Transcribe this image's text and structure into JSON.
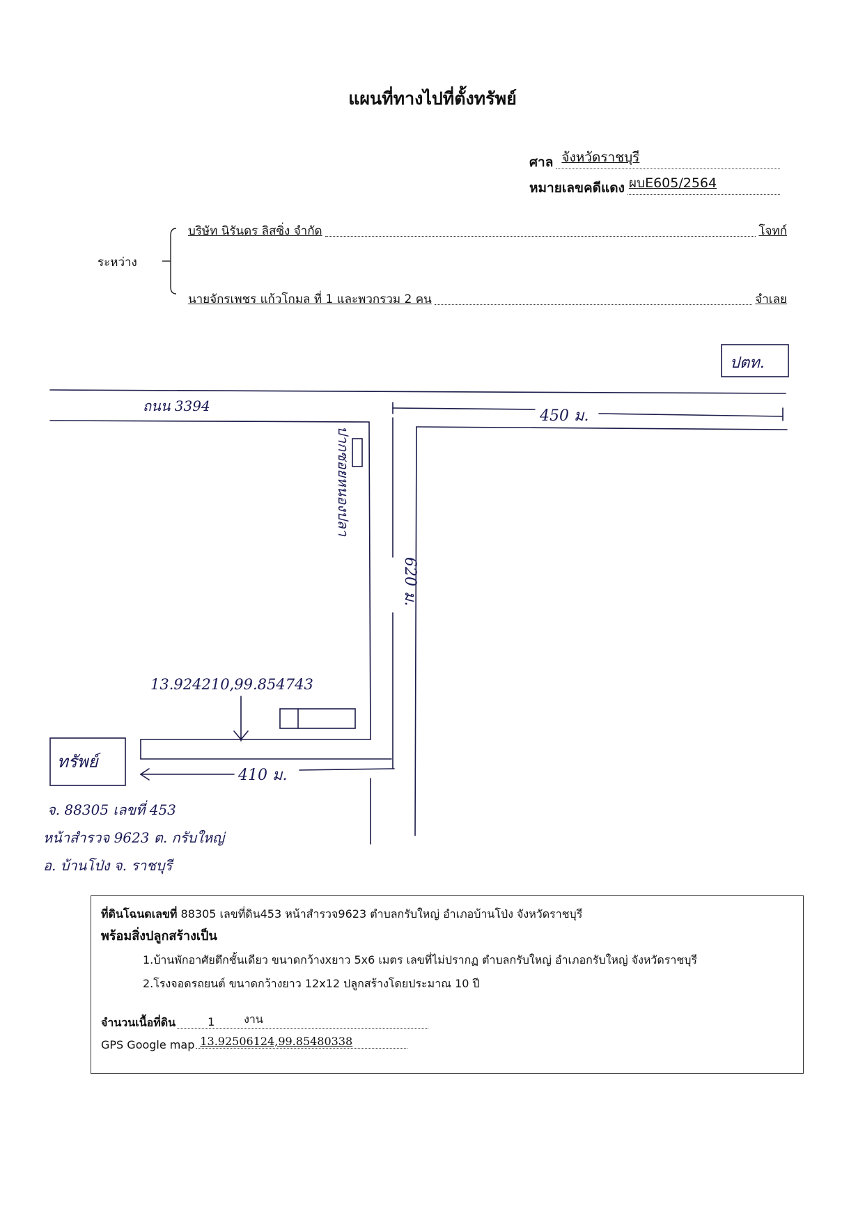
{
  "title": "แผนที่ทางไปที่ตั้งทรัพย์",
  "court": {
    "label": "ศาล",
    "value": "จังหวัดราชบุรี",
    "case_label": "หมายเลขคดีแดง",
    "case_value": "ผบE605/2564"
  },
  "parties": {
    "between_label": "ระหว่าง",
    "plaintiff_name": "บริษัท นิรันดร ลิสซิ่ง จำกัด",
    "plaintiff_role": "โจทก์",
    "defendant_name": "นายจักรเพชร แก้วโกมล ที่ 1 และพวกรวม 2 คน",
    "defendant_role": "จำเลย"
  },
  "map": {
    "corner_box": "ปตท.",
    "road_label": "ถนน 3394",
    "side_road_label": "ปากซอยหนองปลา",
    "distance_top": "450 ม.",
    "distance_vertical": "620 ม.",
    "distance_bottom": "410 ม.",
    "gps_point": "13.924210,99.854743",
    "property_box": "ทรัพย์",
    "property_note_1": "จ. 88305 เลขที่ 453",
    "property_note_2": "หน้าสำรวจ 9623 ต. กรับใหญ่",
    "property_note_3": "อ. บ้านโป่ง จ. ราชบุรี"
  },
  "info": {
    "line1_bold": "ที่ดินโฉนดเลขที่",
    "line1_rest": " 88305 เลขที่ดิน453 หน้าสำรวจ9623 ตำบลกรับใหญ่  อำเภอบ้านโป่ง  จังหวัดราชบุรี",
    "line2": "พร้อมสิ่งปลูกสร้างเป็น",
    "item1": "1.บ้านพักอาศัยตึกชั้นเดียว  ขนาดกว้างxยาว 5x6 เมตร เลขที่ไม่ปรากฏ ตำบลกรับใหญ่ อำเภอกรับใหญ่ จังหวัดราชบุรี",
    "item2": "2.โรงจอดรถยนต์ ขนาดกว้างยาว 12x12 ปลูกสร้างโดยประมาณ 10 ปี",
    "area_label": "จำนวนเนื้อที่ดิน",
    "area_value": "1",
    "area_unit": "งาน",
    "gps_label": "GPS Google map",
    "gps_value": "13.92506124,99.85480338"
  }
}
